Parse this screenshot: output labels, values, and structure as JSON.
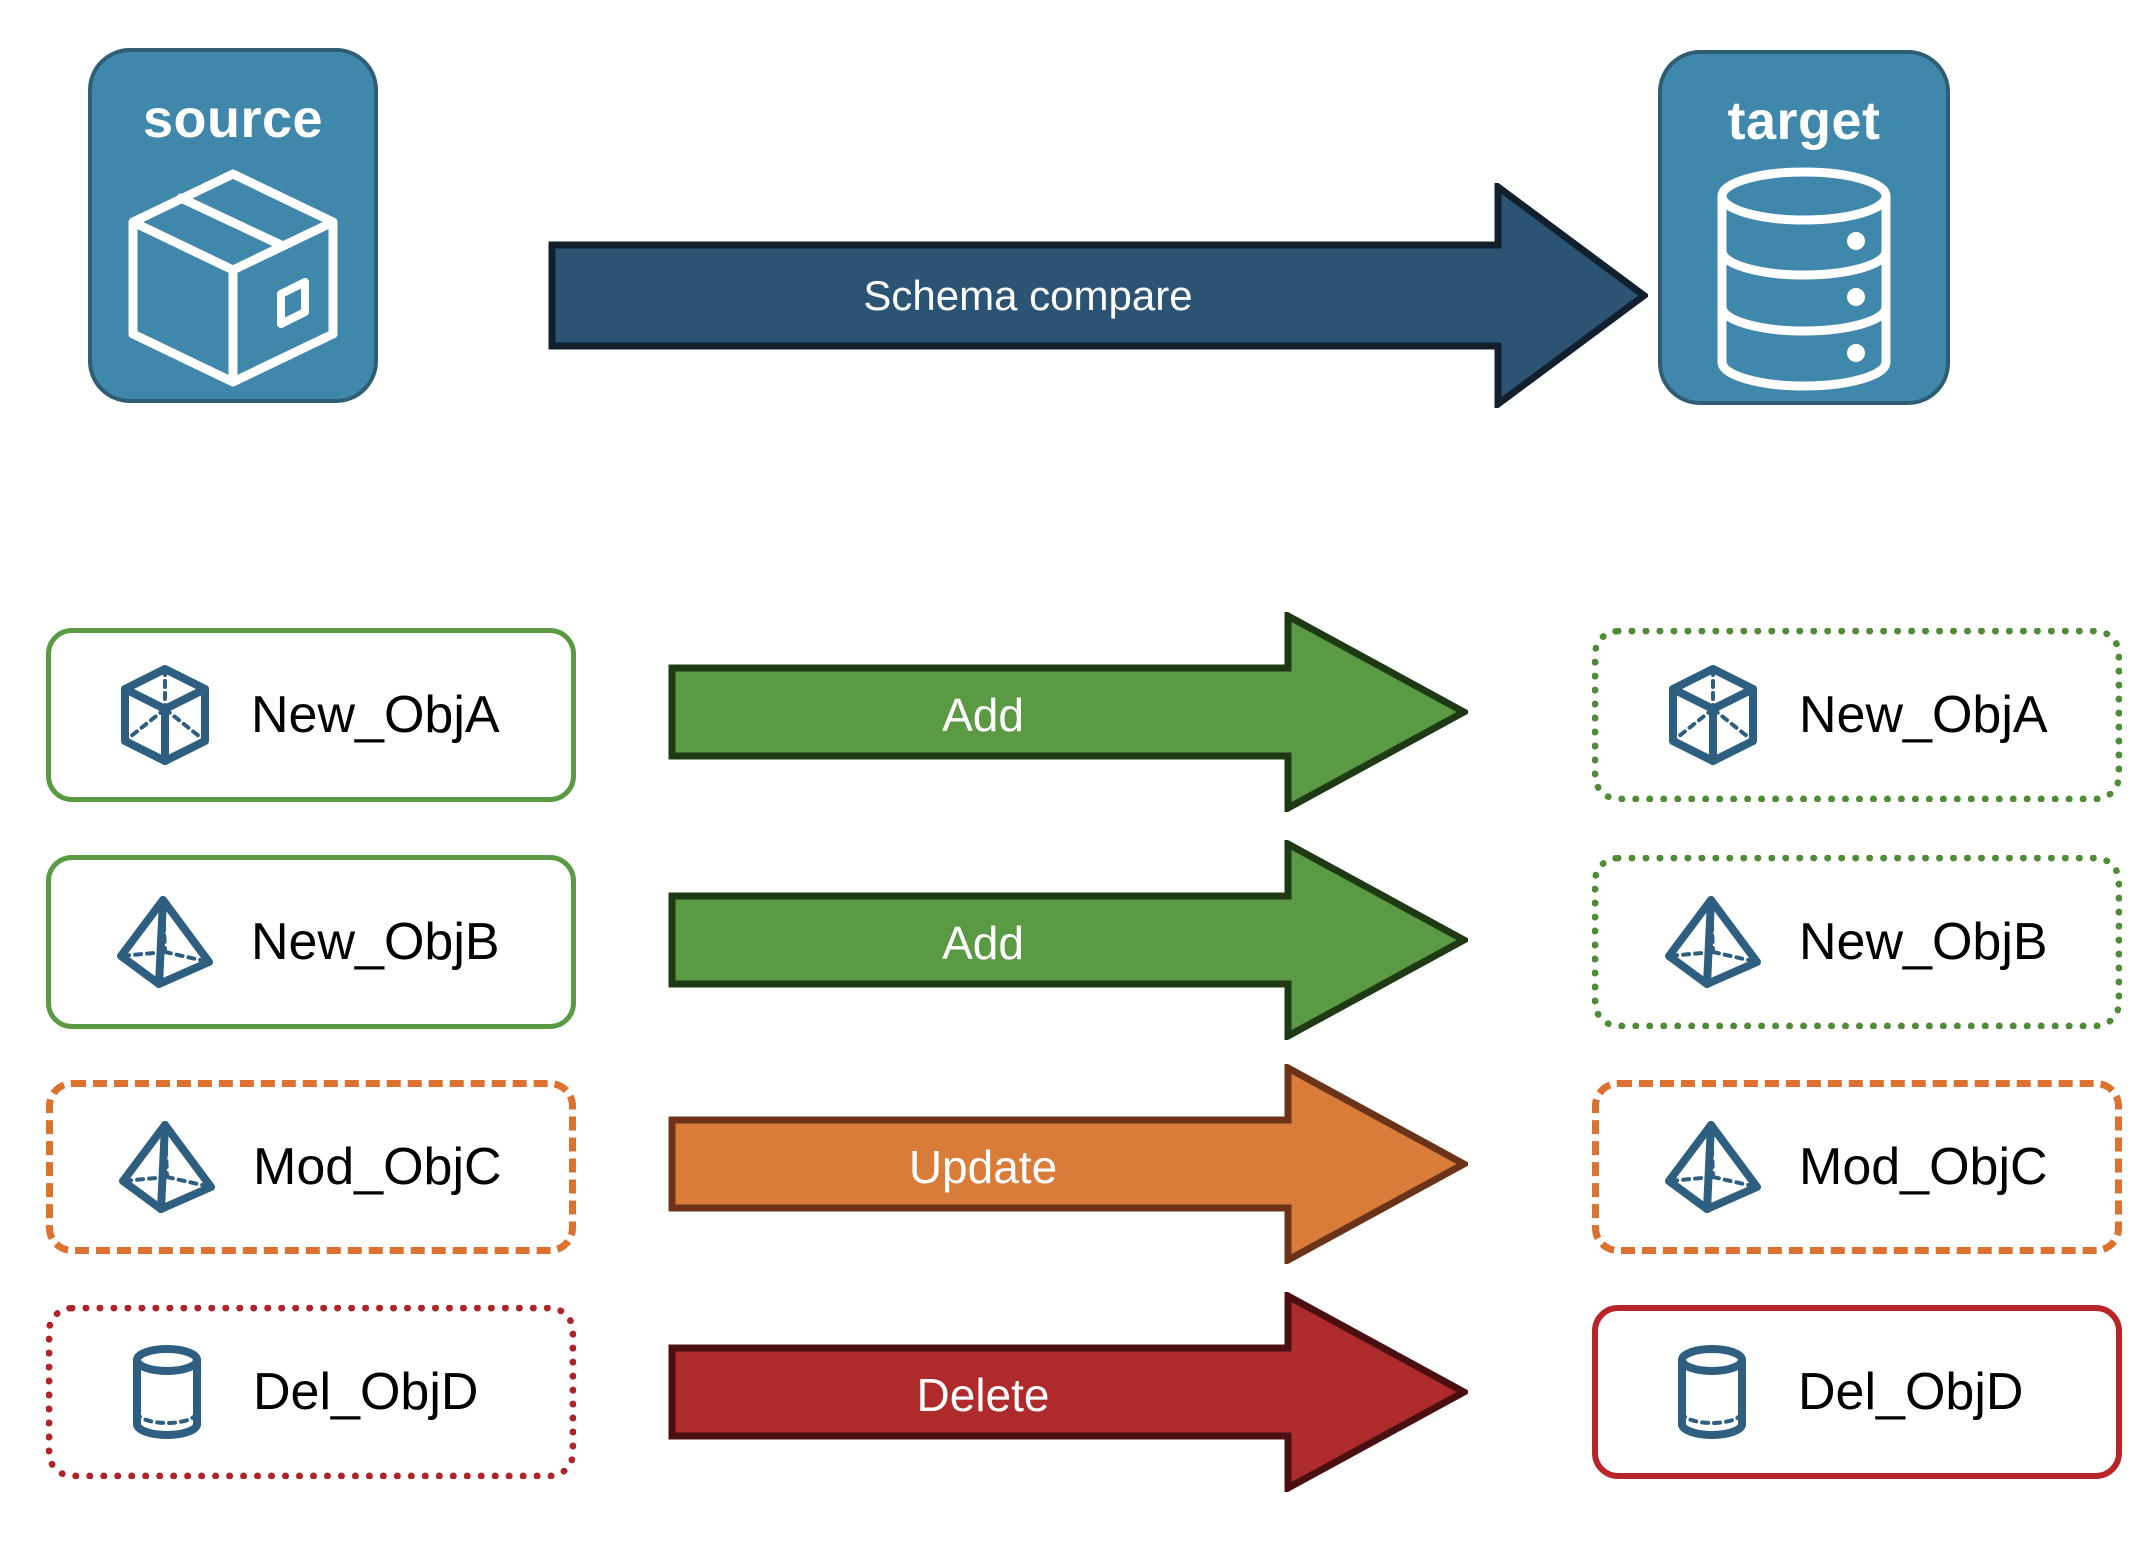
{
  "endpoints": {
    "source": {
      "title": "source",
      "icon": "package-box-icon",
      "fill": "#3F87AB",
      "stroke": "#2F5E74"
    },
    "target": {
      "title": "target",
      "icon": "database-cylinder-icon",
      "fill": "#3F87AB",
      "stroke": "#2F5E74"
    }
  },
  "main_arrow": {
    "label": "Schema compare",
    "fill": "#2B5474",
    "stroke": "#12202E",
    "direction": "left-to-right"
  },
  "rows": [
    {
      "source": {
        "label": "New_ObjA",
        "icon": "wireframe-cube-icon",
        "border_style": "solid",
        "border_color": "#5A9A43"
      },
      "action": {
        "label": "Add",
        "fill": "#5A9A43",
        "stroke": "#1E3A14"
      },
      "target": {
        "label": "New_ObjA",
        "icon": "wireframe-cube-icon",
        "border_style": "dotted",
        "border_color": "#4E8C36"
      }
    },
    {
      "source": {
        "label": "New_ObjB",
        "icon": "wireframe-pyramid-icon",
        "border_style": "solid",
        "border_color": "#5A9A43"
      },
      "action": {
        "label": "Add",
        "fill": "#5A9A43",
        "stroke": "#1E3A14"
      },
      "target": {
        "label": "New_ObjB",
        "icon": "wireframe-pyramid-icon",
        "border_style": "dotted",
        "border_color": "#4E8C36"
      }
    },
    {
      "source": {
        "label": "Mod_ObjC",
        "icon": "wireframe-pyramid-icon",
        "border_style": "dashed",
        "border_color": "#DD7230"
      },
      "action": {
        "label": "Update",
        "fill": "#D97B39",
        "stroke": "#6B3418"
      },
      "target": {
        "label": "Mod_ObjC",
        "icon": "wireframe-pyramid-icon",
        "border_style": "dashed",
        "border_color": "#DD7230"
      }
    },
    {
      "source": {
        "label": "Del_ObjD",
        "icon": "wireframe-cylinder-icon",
        "border_style": "dotted",
        "border_color": "#AF2329"
      },
      "action": {
        "label": "Delete",
        "fill": "#AF2A2A",
        "stroke": "#4A0F10"
      },
      "target": {
        "label": "Del_ObjD",
        "icon": "wireframe-cylinder-icon",
        "border_style": "solid",
        "border_color": "#B92428"
      }
    }
  ],
  "palette": {
    "teal": "#3F87AB",
    "teal_dark": "#2F5E74",
    "icon_blue": "#2E5F80",
    "green": "#5A9A43",
    "orange": "#D97B39",
    "red": "#AF2A2A",
    "navy": "#2B5474"
  }
}
